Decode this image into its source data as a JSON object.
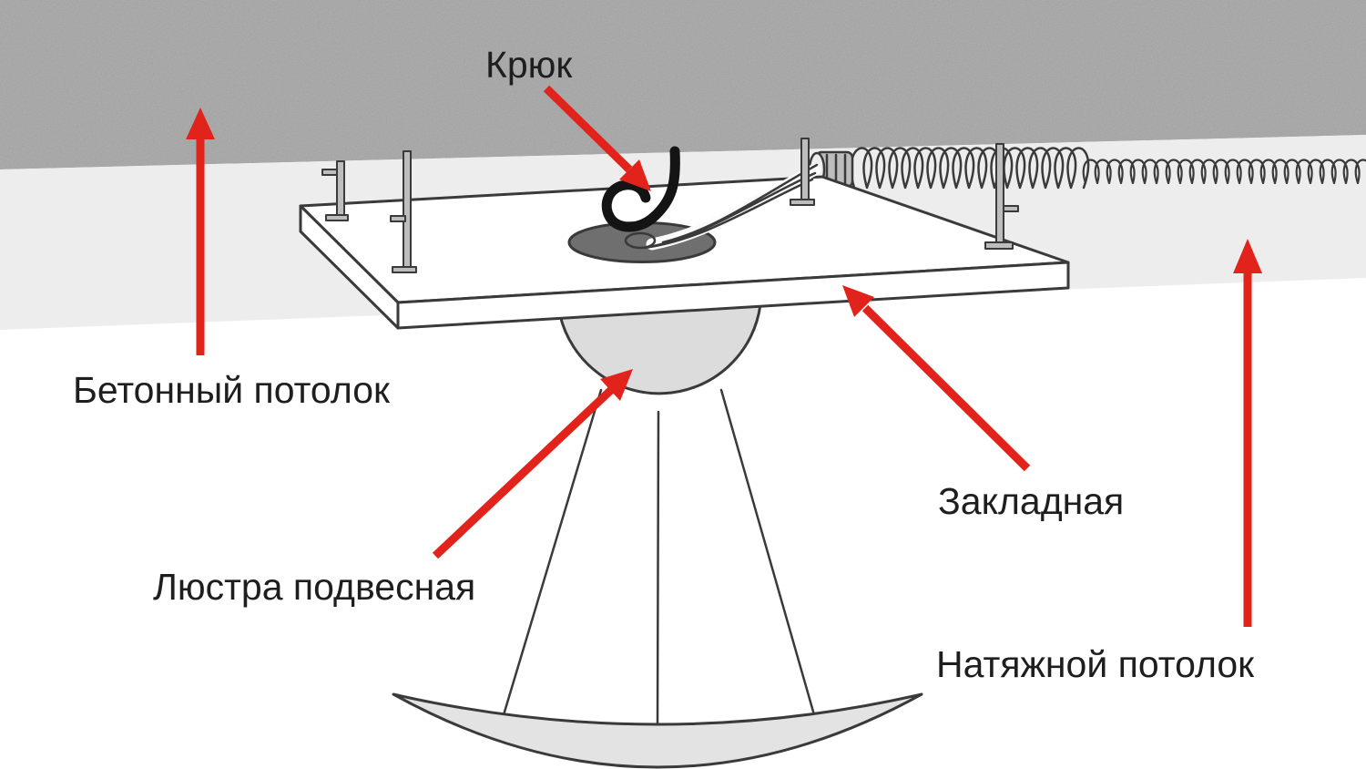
{
  "labels": {
    "hook": "Крюк",
    "concrete_ceiling": "Бетонный потолок",
    "chandelier": "Люстра подвесная",
    "mounting_plate": "Закладная",
    "stretch_ceiling": "Натяжной потолок"
  },
  "colors": {
    "arrow_red": "#e2231c",
    "concrete_gray": "#9e9e9e",
    "gap_band_gray": "#ededed",
    "outline_dark": "#3a3a3a",
    "platform_white": "#ffffff",
    "dome_gray": "#dcdcdc",
    "bowl_gray": "#e3e3e3",
    "metal_gray": "#bdbdbd",
    "hole_gray": "#6f6f6f",
    "hook_black": "#141414",
    "wire_white": "#fbfbfb"
  }
}
